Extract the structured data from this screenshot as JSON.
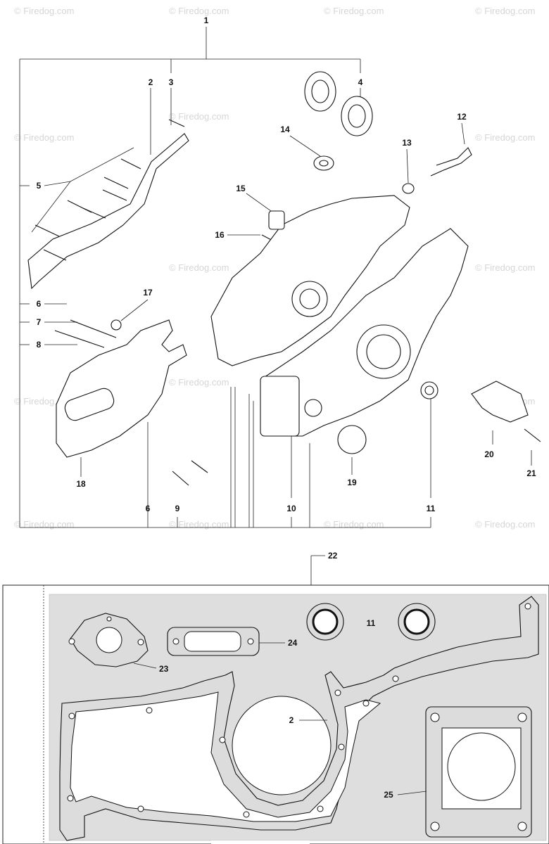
{
  "watermark": "© Firedog.com",
  "labels": {
    "1": "1",
    "2": "2",
    "3": "3",
    "4": "4",
    "5": "5",
    "6": "6",
    "7": "7",
    "8": "8",
    "9": "9",
    "10": "10",
    "11": "11",
    "12": "12",
    "13": "13",
    "14": "14",
    "15": "15",
    "16": "16",
    "17": "17",
    "18": "18",
    "19": "19",
    "20": "20",
    "21": "21",
    "22": "22",
    "23": "23",
    "24": "24",
    "25": "25",
    "kit_2": "2",
    "kit_11": "11"
  }
}
